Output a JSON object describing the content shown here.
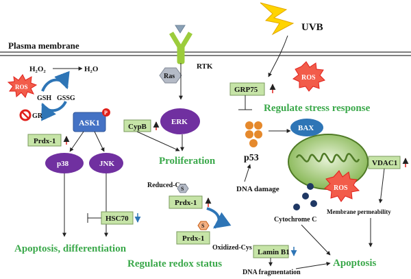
{
  "membrane_label": "Plasma membrane",
  "rtk_label": "RTK",
  "uvb_label": "UVB",
  "h2o2_label": "H₂O₂",
  "h2o_label": "H₂O",
  "ros_label": "ROS",
  "gsh_label": "GSH",
  "gssg_label": "GSSG",
  "gr_label": "GR",
  "ask1_label": "ASK1",
  "p_label": "P",
  "prdx1_label": "Prdx-1",
  "p38_label": "p38",
  "jnk_label": "JNK",
  "hsc70_label": "HSC70",
  "ras_label": "Ras",
  "erk_label": "ERK",
  "cypb_label": "CypB",
  "proliferation_label": "Proliferation",
  "grp75_label": "GRP75",
  "regulate_stress_label": "Regulate stress response",
  "bax_label": "BAX",
  "p53_label": "p53",
  "vdac1_label": "VDAC1",
  "dna_damage_label": "DNA damage",
  "reduced_cys_label": "Reduced-Cys",
  "oxidized_cys_label": "Oxidized-Cys",
  "s_label": "S",
  "cytochrome_label": "Cytochrome C",
  "membrane_perm_label": "Membrane permeability",
  "lamin_label": "Lamin B1",
  "dna_frag_label": "DNA fragmentation",
  "apoptosis_diff_label": "Apoptosis, differentiation",
  "regulate_redox_label": "Regulate redox status",
  "apoptosis_label": "Apoptosis",
  "colors": {
    "green_text": "#3aa84a",
    "box_fill": "#c6e4a7",
    "purple": "#7030a0",
    "navy": "#1f3864",
    "red": "#e0201b",
    "blue": "#2e75b6"
  }
}
